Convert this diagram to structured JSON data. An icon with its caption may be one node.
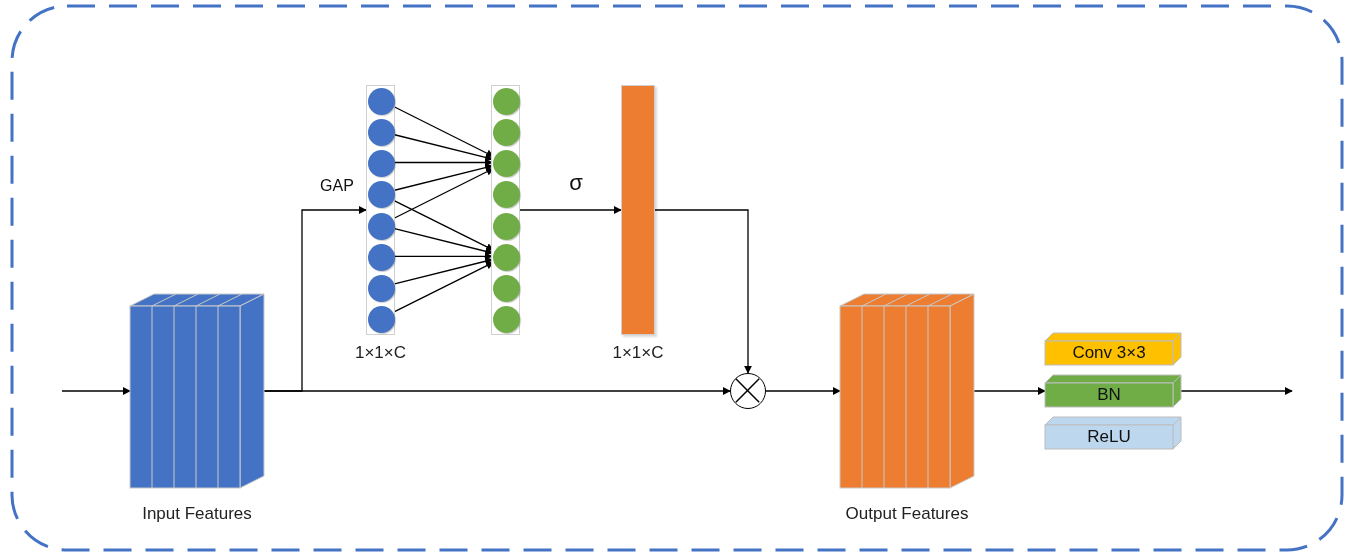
{
  "diagram": {
    "nodes": [
      {
        "text": [
          "Input Features"
        ]
      },
      {
        "text": [],
        "shape": "box",
        "beside": [
          "1×1×C"
        ]
      },
      {
        "text": [],
        "shape": "circle",
        "in": 1
      },
      {
        "text": [],
        "shape": "circle",
        "in": 1
      },
      {
        "text": [],
        "shape": "circle",
        "in": 1
      },
      {
        "text": [],
        "shape": "circle",
        "in": 1
      },
      {
        "text": [],
        "shape": "circle",
        "in": 1
      },
      {
        "text": [],
        "shape": "circle",
        "in": 1
      },
      {
        "text": [],
        "shape": "circle",
        "in": 1
      },
      {
        "text": [],
        "shape": "circle",
        "in": 1
      },
      {
        "text": [],
        "shape": "box"
      },
      {
        "text": [],
        "shape": "circle",
        "in": 10
      },
      {
        "text": [],
        "shape": "circle",
        "in": 10
      },
      {
        "text": [],
        "shape": "circle",
        "in": 10
      },
      {
        "text": [],
        "shape": "circle",
        "in": 10
      },
      {
        "text": [],
        "shape": "circle",
        "in": 10
      },
      {
        "text": [],
        "shape": "circle",
        "in": 10
      },
      {
        "text": [],
        "shape": "circle",
        "in": 10
      },
      {
        "text": [],
        "shape": "circle",
        "in": 10
      },
      {
        "text": [],
        "shape": "bar",
        "beside": [
          "1×1×C"
        ]
      },
      {
        "text": [],
        "shape": "circle"
      },
      {
        "text": [
          "Output Features"
        ]
      },
      {
        "text": [
          "Conv 3×3"
        ]
      },
      {
        "text": [
          "BN"
        ]
      },
      {
        "text": [
          "ReLU"
        ]
      }
    ],
    "edges": [
      {
        "from": null,
        "to": 0,
        "arrow": "to"
      },
      {
        "from": 0,
        "to": 1,
        "arrow": "to",
        "label": "GAP"
      },
      {
        "from": 0,
        "to": 20,
        "arrow": "to"
      },
      {
        "from": 2,
        "to": 13,
        "arrow": "to"
      },
      {
        "from": 3,
        "to": 13,
        "arrow": "to"
      },
      {
        "from": 4,
        "to": 13,
        "arrow": "to"
      },
      {
        "from": 5,
        "to": 13,
        "arrow": "to"
      },
      {
        "from": 6,
        "to": 13,
        "arrow": "to"
      },
      {
        "from": 5,
        "to": 16,
        "arrow": "to"
      },
      {
        "from": 6,
        "to": 16,
        "arrow": "to"
      },
      {
        "from": 7,
        "to": 16,
        "arrow": "to"
      },
      {
        "from": 8,
        "to": 16,
        "arrow": "to"
      },
      {
        "from": 9,
        "to": 16,
        "arrow": "to"
      },
      {
        "from": 10,
        "to": 19,
        "arrow": "to",
        "label": "σ"
      },
      {
        "from": 19,
        "to": 20,
        "arrow": "to"
      },
      {
        "from": 20,
        "to": 21,
        "arrow": "to"
      },
      {
        "from": 21,
        "to": 23,
        "arrow": "to"
      },
      {
        "from": 23,
        "to": null,
        "arrow": "to"
      }
    ]
  }
}
